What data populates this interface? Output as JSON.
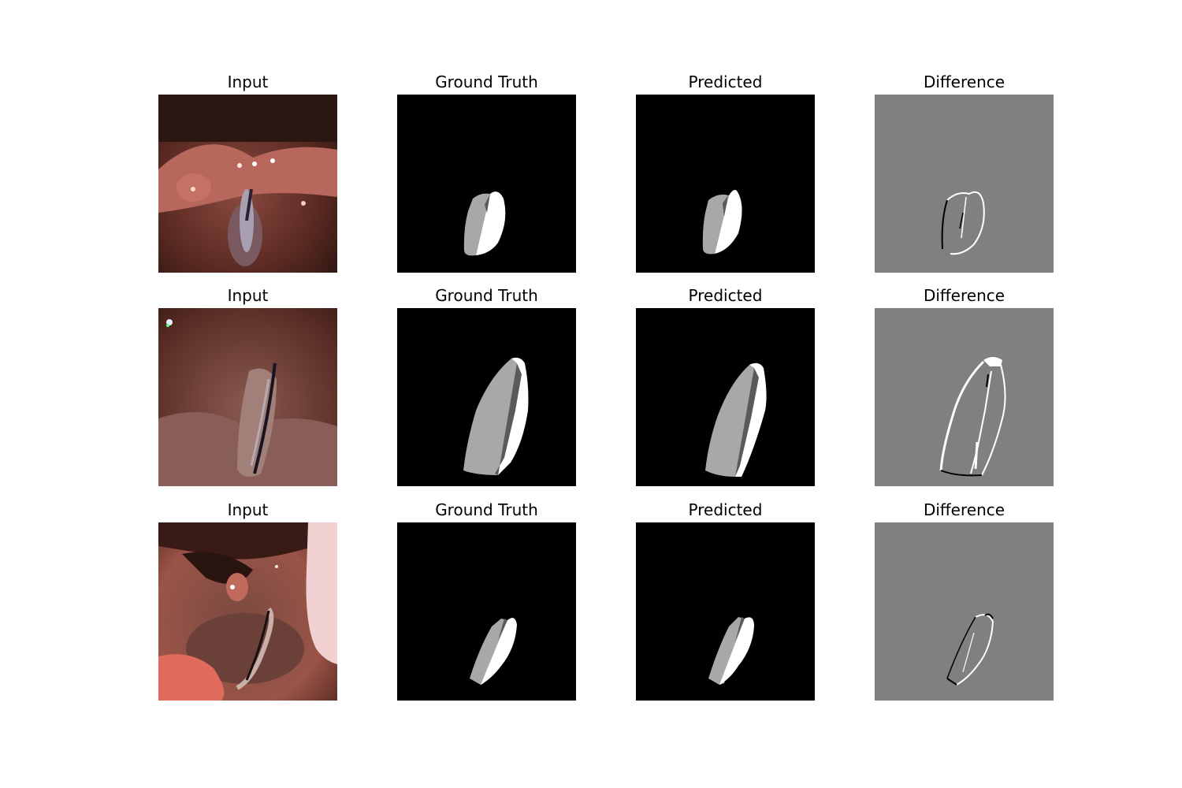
{
  "rows": [
    {
      "titles": [
        "Input",
        "Ground Truth",
        "Predicted",
        "Difference"
      ]
    },
    {
      "titles": [
        "Input",
        "Ground Truth",
        "Predicted",
        "Difference"
      ]
    },
    {
      "titles": [
        "Input",
        "Ground Truth",
        "Predicted",
        "Difference"
      ]
    }
  ],
  "colors": {
    "background": "#ffffff",
    "mask_background": "#000000",
    "mask_class_1": "#a8a8a8",
    "mask_class_2": "#ffffff",
    "mask_class_3": "#5a5a5a",
    "difference_background": "#808080"
  }
}
